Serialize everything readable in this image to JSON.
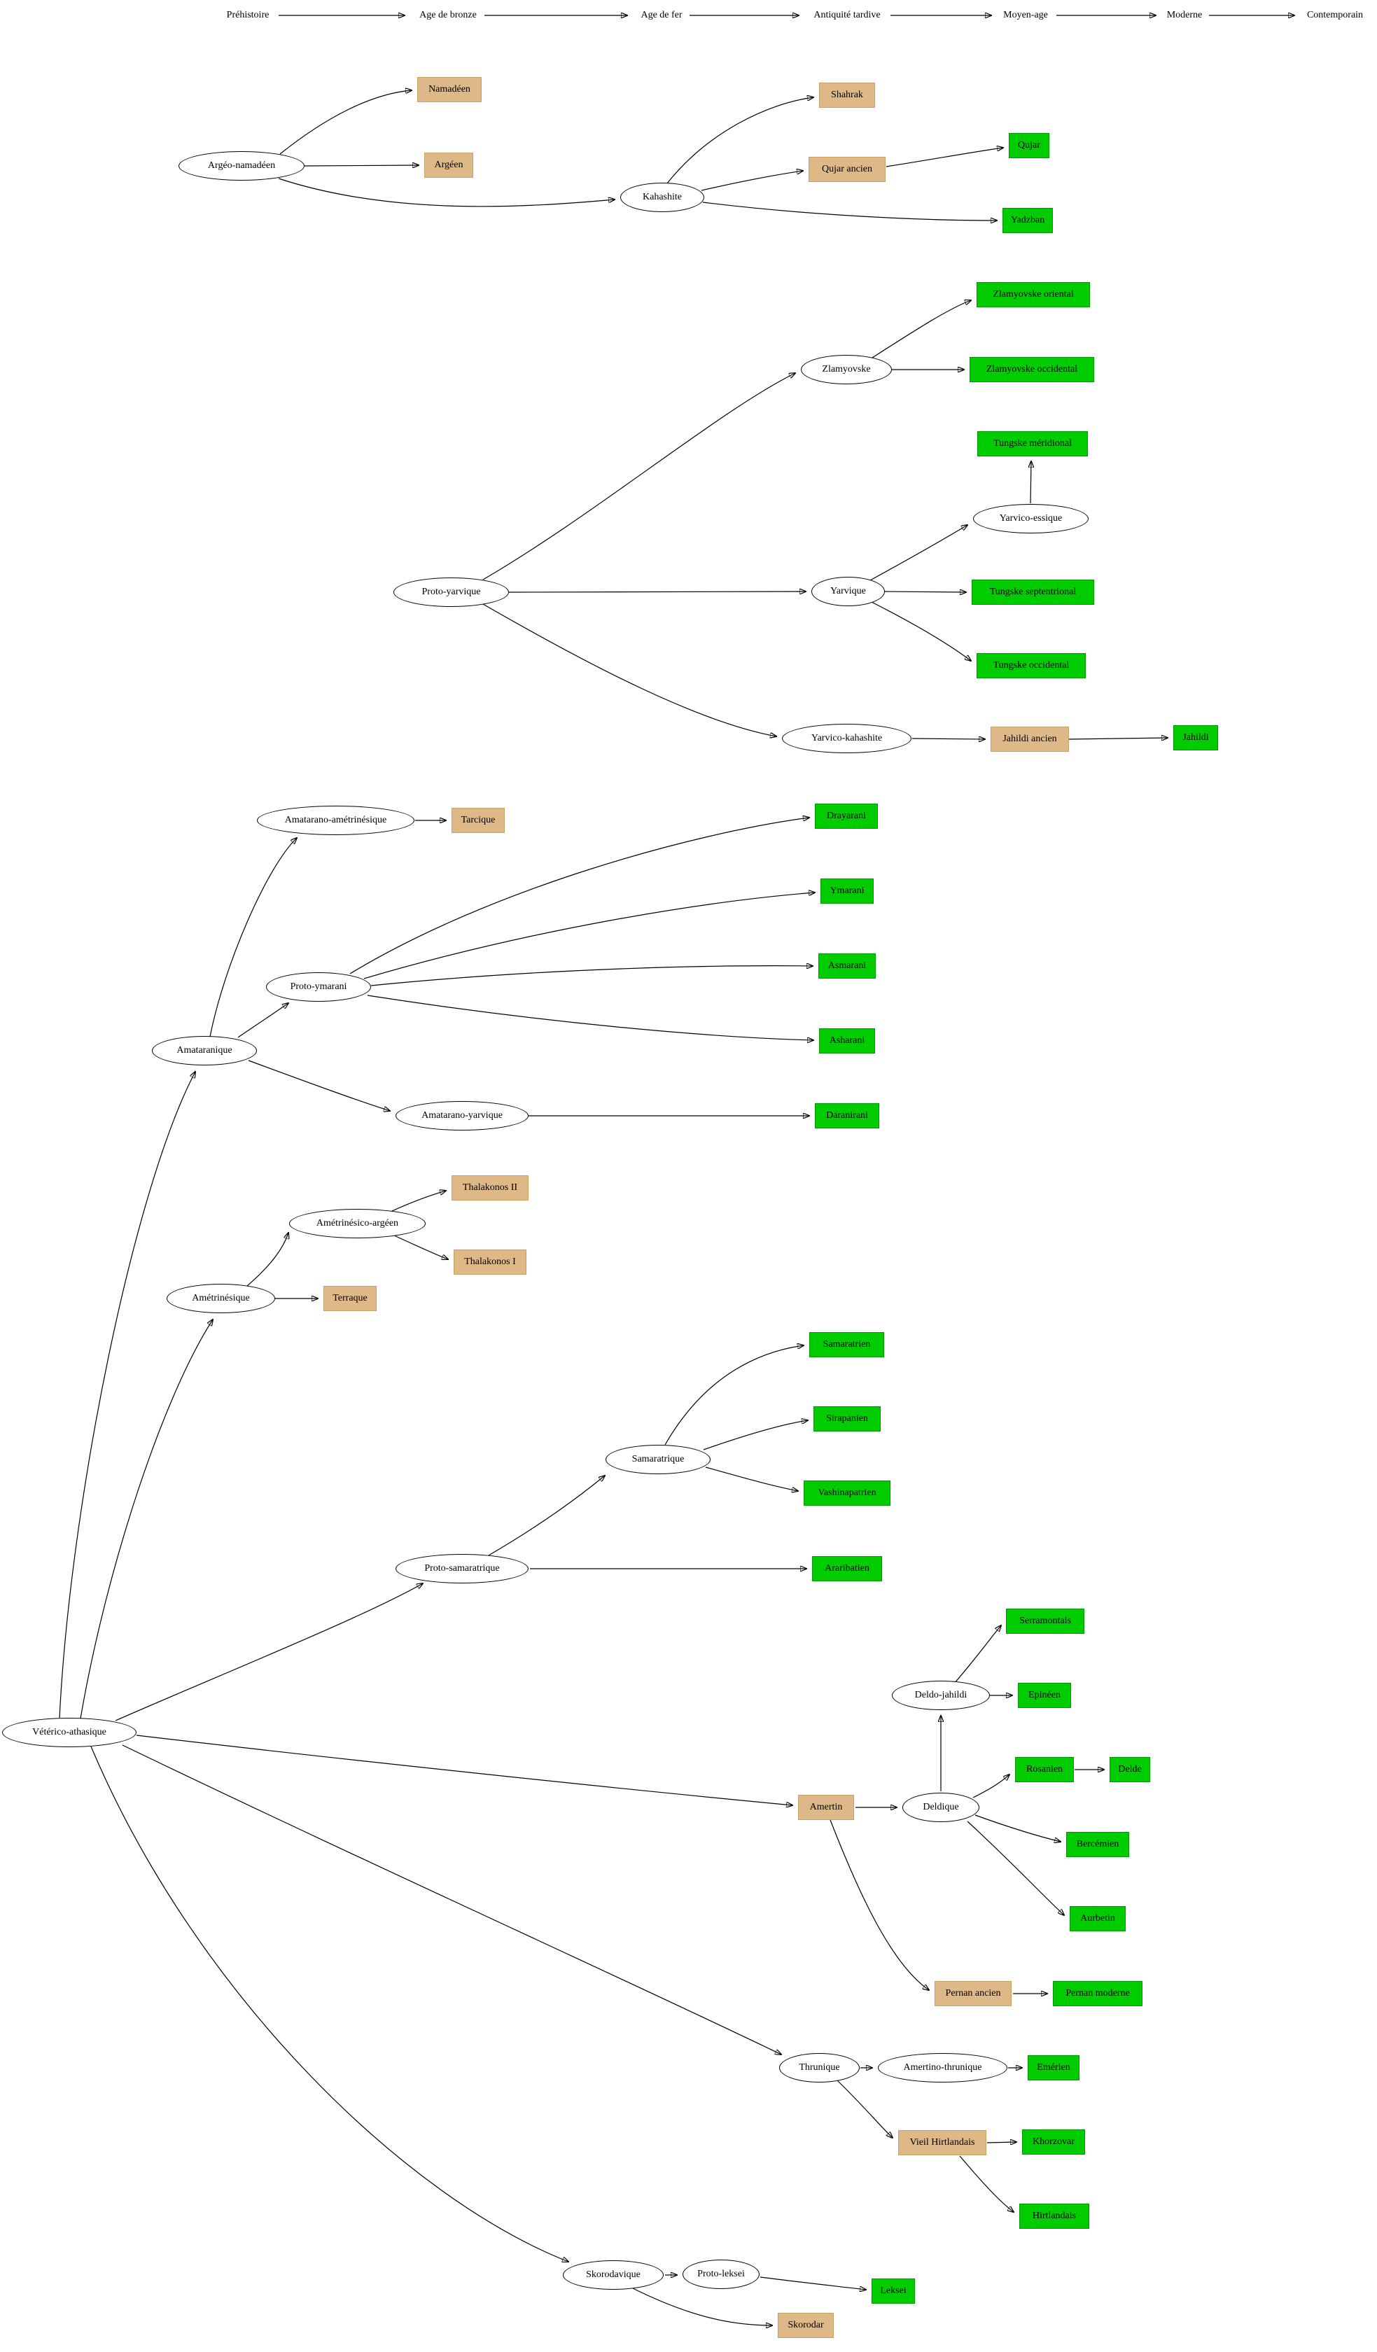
{
  "timeline": {
    "items": [
      "Préhistoire",
      "Age de bronze",
      "Age de fer",
      "Antiquité tardive",
      "Moyen-age",
      "Moderne",
      "Contemporain"
    ]
  },
  "colors": {
    "living_language_green": "#00CC00",
    "ancient_language_tan": "#DEB887",
    "family_node_white": "#FFFFFF",
    "edge_black": "#000000"
  },
  "nodes": {
    "argeo_namadeen": {
      "label": "Argéo-namadéen",
      "kind": "family"
    },
    "namadeen": {
      "label": "Namadéen",
      "kind": "ancient"
    },
    "argeen": {
      "label": "Argéen",
      "kind": "ancient"
    },
    "kahashite": {
      "label": "Kahashite",
      "kind": "family"
    },
    "shahrak": {
      "label": "Shahrak",
      "kind": "ancient"
    },
    "qujar_ancien": {
      "label": "Qujar ancien",
      "kind": "ancient"
    },
    "qujar": {
      "label": "Qujar",
      "kind": "living"
    },
    "yadzban": {
      "label": "Yadzban",
      "kind": "living"
    },
    "proto_yarvique": {
      "label": "Proto-yarvique",
      "kind": "family"
    },
    "zlamyovske": {
      "label": "Zlamyovske",
      "kind": "family"
    },
    "zlamyovske_oriental": {
      "label": "Zlamyovske oriental",
      "kind": "living"
    },
    "zlamyovske_occidental": {
      "label": "Zlamyovske occidental",
      "kind": "living"
    },
    "tungske_meridional": {
      "label": "Tungske méridional",
      "kind": "living"
    },
    "yarvico_essique": {
      "label": "Yarvico-essique",
      "kind": "family"
    },
    "yarvique": {
      "label": "Yarvique",
      "kind": "family"
    },
    "tungske_septentrional": {
      "label": "Tungske septentrional",
      "kind": "living"
    },
    "tungske_occidental": {
      "label": "Tungske occidental",
      "kind": "living"
    },
    "yarvico_kahashite": {
      "label": "Yarvico-kahashite",
      "kind": "family"
    },
    "jahildi_ancien": {
      "label": "Jahildi ancien",
      "kind": "ancient"
    },
    "jahildi": {
      "label": "Jahildi",
      "kind": "living"
    },
    "amatarano_ametrinesique": {
      "label": "Amatarano-amétrinésique",
      "kind": "family"
    },
    "tarcique": {
      "label": "Tarcique",
      "kind": "ancient"
    },
    "drayarani": {
      "label": "Drayarani",
      "kind": "living"
    },
    "ymarani": {
      "label": "Ymarani",
      "kind": "living"
    },
    "proto_ymarani": {
      "label": "Proto-ymarani",
      "kind": "family"
    },
    "asmarani": {
      "label": "Asmarani",
      "kind": "living"
    },
    "asharani": {
      "label": "Asharani",
      "kind": "living"
    },
    "amataranique": {
      "label": "Amataranique",
      "kind": "family"
    },
    "amatarano_yarvique": {
      "label": "Amatarano-yarvique",
      "kind": "family"
    },
    "daranirani": {
      "label": "Daranirani",
      "kind": "living"
    },
    "ametrinesico_argeen": {
      "label": "Amétrinésico-argéen",
      "kind": "family"
    },
    "thalakonos_2": {
      "label": "Thalakonos II",
      "kind": "ancient"
    },
    "thalakonos_1": {
      "label": "Thalakonos I",
      "kind": "ancient"
    },
    "ametrinesique": {
      "label": "Amétrinésique",
      "kind": "family"
    },
    "terraque": {
      "label": "Terraque",
      "kind": "ancient"
    },
    "samaratrien": {
      "label": "Samaratrien",
      "kind": "living"
    },
    "sirapanien": {
      "label": "Sirapanien",
      "kind": "living"
    },
    "samaratrique": {
      "label": "Samaratrique",
      "kind": "family"
    },
    "vashinapatrien": {
      "label": "Vashinapatrien",
      "kind": "living"
    },
    "proto_samaratrique": {
      "label": "Proto-samaratrique",
      "kind": "family"
    },
    "araribatien": {
      "label": "Araribatien",
      "kind": "living"
    },
    "veterico_athasique": {
      "label": "Vétérico-athasique",
      "kind": "family"
    },
    "deldo_jahildi": {
      "label": "Deldo-jahildi",
      "kind": "family"
    },
    "serramontais": {
      "label": "Serramontais",
      "kind": "living"
    },
    "epineen": {
      "label": "Epinéen",
      "kind": "living"
    },
    "rosanien": {
      "label": "Rosanien",
      "kind": "living"
    },
    "delde": {
      "label": "Delde",
      "kind": "living"
    },
    "amertin": {
      "label": "Amertin",
      "kind": "ancient"
    },
    "deldique": {
      "label": "Deldique",
      "kind": "family"
    },
    "bercemien": {
      "label": "Bercémien",
      "kind": "living"
    },
    "aurbetin": {
      "label": "Aurbetin",
      "kind": "living"
    },
    "pernan_ancien": {
      "label": "Pernan ancien",
      "kind": "ancient"
    },
    "pernan_moderne": {
      "label": "Pernan moderne",
      "kind": "living"
    },
    "thrunique": {
      "label": "Thrunique",
      "kind": "family"
    },
    "amertino_thrunique": {
      "label": "Amertino-thrunique",
      "kind": "family"
    },
    "emerien": {
      "label": "Emérien",
      "kind": "living"
    },
    "vieil_hirtlandais": {
      "label": "Vieil Hirtlandais",
      "kind": "ancient"
    },
    "khorzovar": {
      "label": "Khorzovar",
      "kind": "living"
    },
    "hirtlandais": {
      "label": "Hirtlandais",
      "kind": "living"
    },
    "skorodavique": {
      "label": "Skorodavique",
      "kind": "family"
    },
    "proto_leksei": {
      "label": "Proto-leksei",
      "kind": "family"
    },
    "leksei": {
      "label": "Leksei",
      "kind": "living"
    },
    "skorodar": {
      "label": "Skorodar",
      "kind": "ancient"
    }
  },
  "edges": [
    {
      "from": "argeo_namadeen",
      "to": "namadeen"
    },
    {
      "from": "argeo_namadeen",
      "to": "argeen"
    },
    {
      "from": "argeo_namadeen",
      "to": "kahashite"
    },
    {
      "from": "kahashite",
      "to": "shahrak"
    },
    {
      "from": "kahashite",
      "to": "qujar_ancien"
    },
    {
      "from": "kahashite",
      "to": "yadzban"
    },
    {
      "from": "qujar_ancien",
      "to": "qujar"
    },
    {
      "from": "proto_yarvique",
      "to": "zlamyovske"
    },
    {
      "from": "proto_yarvique",
      "to": "yarvique"
    },
    {
      "from": "proto_yarvique",
      "to": "yarvico_kahashite"
    },
    {
      "from": "zlamyovske",
      "to": "zlamyovske_oriental"
    },
    {
      "from": "zlamyovske",
      "to": "zlamyovske_occidental"
    },
    {
      "from": "yarvique",
      "to": "yarvico_essique"
    },
    {
      "from": "yarvique",
      "to": "tungske_septentrional"
    },
    {
      "from": "yarvique",
      "to": "tungske_occidental"
    },
    {
      "from": "yarvico_essique",
      "to": "tungske_meridional"
    },
    {
      "from": "yarvico_kahashite",
      "to": "jahildi_ancien"
    },
    {
      "from": "jahildi_ancien",
      "to": "jahildi"
    },
    {
      "from": "amataranique",
      "to": "amatarano_ametrinesique"
    },
    {
      "from": "amatarano_ametrinesique",
      "to": "tarcique"
    },
    {
      "from": "amataranique",
      "to": "proto_ymarani"
    },
    {
      "from": "proto_ymarani",
      "to": "drayarani"
    },
    {
      "from": "proto_ymarani",
      "to": "ymarani"
    },
    {
      "from": "proto_ymarani",
      "to": "asmarani"
    },
    {
      "from": "proto_ymarani",
      "to": "asharani"
    },
    {
      "from": "amataranique",
      "to": "amatarano_yarvique"
    },
    {
      "from": "amatarano_yarvique",
      "to": "daranirani"
    },
    {
      "from": "veterico_athasique",
      "to": "amataranique"
    },
    {
      "from": "veterico_athasique",
      "to": "ametrinesique"
    },
    {
      "from": "ametrinesique",
      "to": "ametrinesico_argeen"
    },
    {
      "from": "ametrinesico_argeen",
      "to": "thalakonos_2"
    },
    {
      "from": "ametrinesico_argeen",
      "to": "thalakonos_1"
    },
    {
      "from": "ametrinesique",
      "to": "terraque"
    },
    {
      "from": "veterico_athasique",
      "to": "proto_samaratrique"
    },
    {
      "from": "proto_samaratrique",
      "to": "samaratrique"
    },
    {
      "from": "samaratrique",
      "to": "samaratrien"
    },
    {
      "from": "samaratrique",
      "to": "sirapanien"
    },
    {
      "from": "samaratrique",
      "to": "vashinapatrien"
    },
    {
      "from": "proto_samaratrique",
      "to": "araribatien"
    },
    {
      "from": "veterico_athasique",
      "to": "amertin"
    },
    {
      "from": "amertin",
      "to": "deldique"
    },
    {
      "from": "deldique",
      "to": "deldo_jahildi"
    },
    {
      "from": "deldo_jahildi",
      "to": "serramontais"
    },
    {
      "from": "deldo_jahildi",
      "to": "epineen"
    },
    {
      "from": "deldique",
      "to": "rosanien"
    },
    {
      "from": "rosanien",
      "to": "delde"
    },
    {
      "from": "deldique",
      "to": "bercemien"
    },
    {
      "from": "deldique",
      "to": "aurbetin"
    },
    {
      "from": "amertin",
      "to": "pernan_ancien"
    },
    {
      "from": "pernan_ancien",
      "to": "pernan_moderne"
    },
    {
      "from": "veterico_athasique",
      "to": "thrunique"
    },
    {
      "from": "thrunique",
      "to": "amertino_thrunique"
    },
    {
      "from": "amertino_thrunique",
      "to": "emerien"
    },
    {
      "from": "thrunique",
      "to": "vieil_hirtlandais"
    },
    {
      "from": "vieil_hirtlandais",
      "to": "khorzovar"
    },
    {
      "from": "vieil_hirtlandais",
      "to": "hirtlandais"
    },
    {
      "from": "veterico_athasique",
      "to": "skorodavique"
    },
    {
      "from": "skorodavique",
      "to": "proto_leksei"
    },
    {
      "from": "proto_leksei",
      "to": "leksei"
    },
    {
      "from": "skorodavique",
      "to": "skorodar"
    }
  ]
}
